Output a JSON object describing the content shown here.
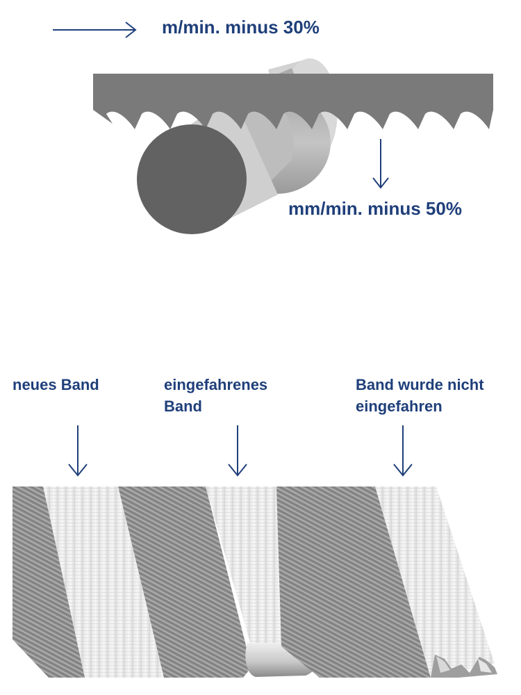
{
  "top": {
    "speed_text": "m/min. minus 30%",
    "feed_text": "mm/min. minus 50%"
  },
  "bands": [
    {
      "label_line1": "neues Band",
      "label_line2": ""
    },
    {
      "label_line1": "eingefahrenes",
      "label_line2": "Band"
    },
    {
      "label_line1": "Band wurde nicht",
      "label_line2": "eingefahren"
    }
  ],
  "colors": {
    "text_blue": "#1f3f7a",
    "blade_gray": "#7a7a7a",
    "workpiece_dark": "#626262"
  }
}
